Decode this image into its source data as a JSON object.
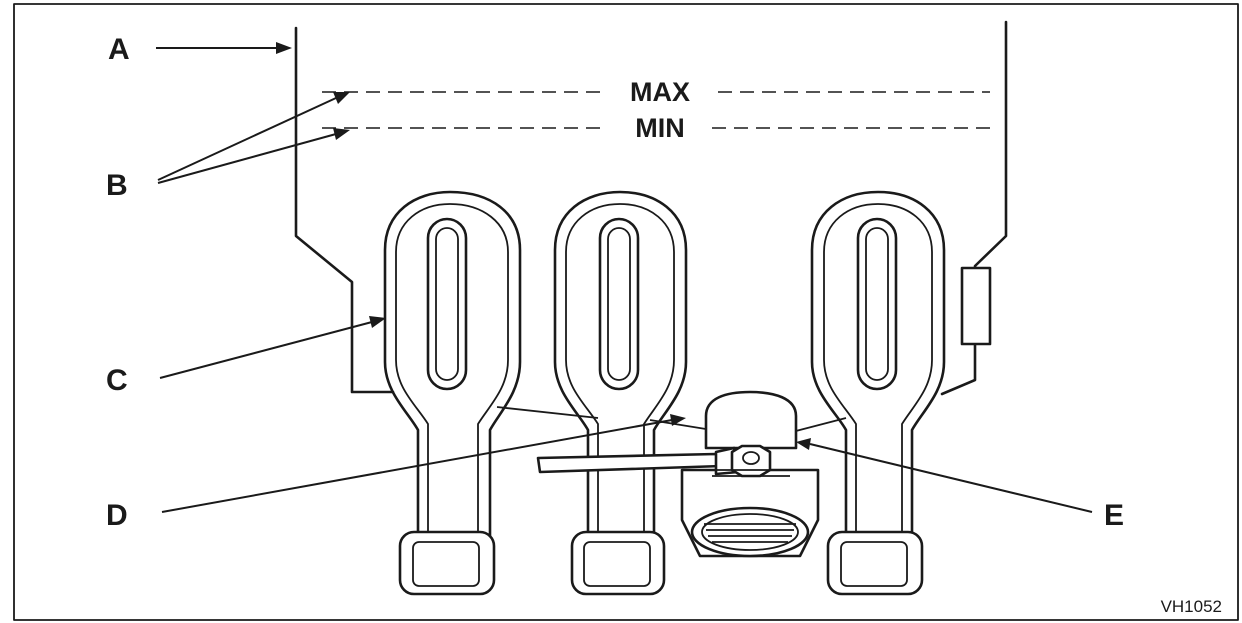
{
  "figure": {
    "callouts": {
      "a": "A",
      "b": "B",
      "c": "C",
      "d": "D",
      "e": "E"
    },
    "levels": {
      "max": "MAX",
      "min": "MIN"
    },
    "figure_code": "VH1052"
  },
  "colors": {
    "ink": "#1a1a1a",
    "background": "#ffffff"
  }
}
